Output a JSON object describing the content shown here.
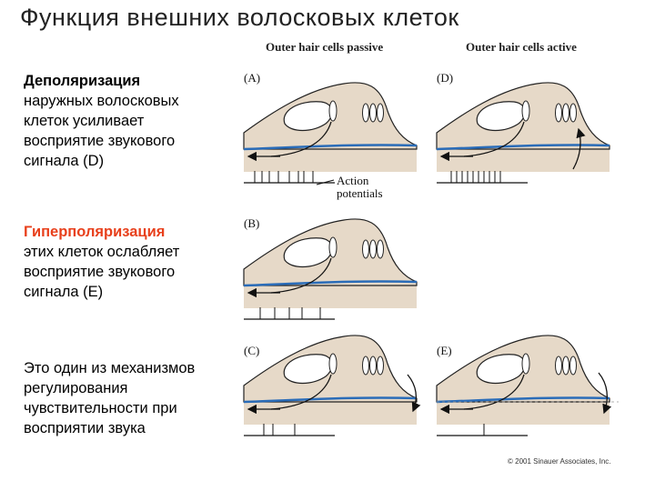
{
  "title": "Функция внешних волосковых клеток",
  "text_blocks": [
    {
      "emphasis": "Деполяризация",
      "body": "наружных волосковых клеток усиливает восприятие звукового сигнала (D)"
    },
    {
      "emphasis": "Гиперполяризация",
      "body": "этих клеток ослабляет восприятие звукового сигнала (E)"
    },
    {
      "emphasis": "",
      "body": "Это один из механизмов регулирования чувствительности при восприятии звука"
    }
  ],
  "figure": {
    "col_passive": "Outer hair cells passive",
    "col_active": "Outer hair cells active",
    "panels": [
      "(A)",
      "(D)",
      "(B)",
      "(C)",
      "(E)"
    ],
    "action_label_1": "Action",
    "action_label_2": "potentials",
    "copyright": "© 2001 Sinauer Associates, Inc."
  },
  "colors": {
    "emphasis_red": "#e8401c",
    "membrane_blue": "#2a6cb8",
    "tissue_fill": "#e6d9c8"
  }
}
